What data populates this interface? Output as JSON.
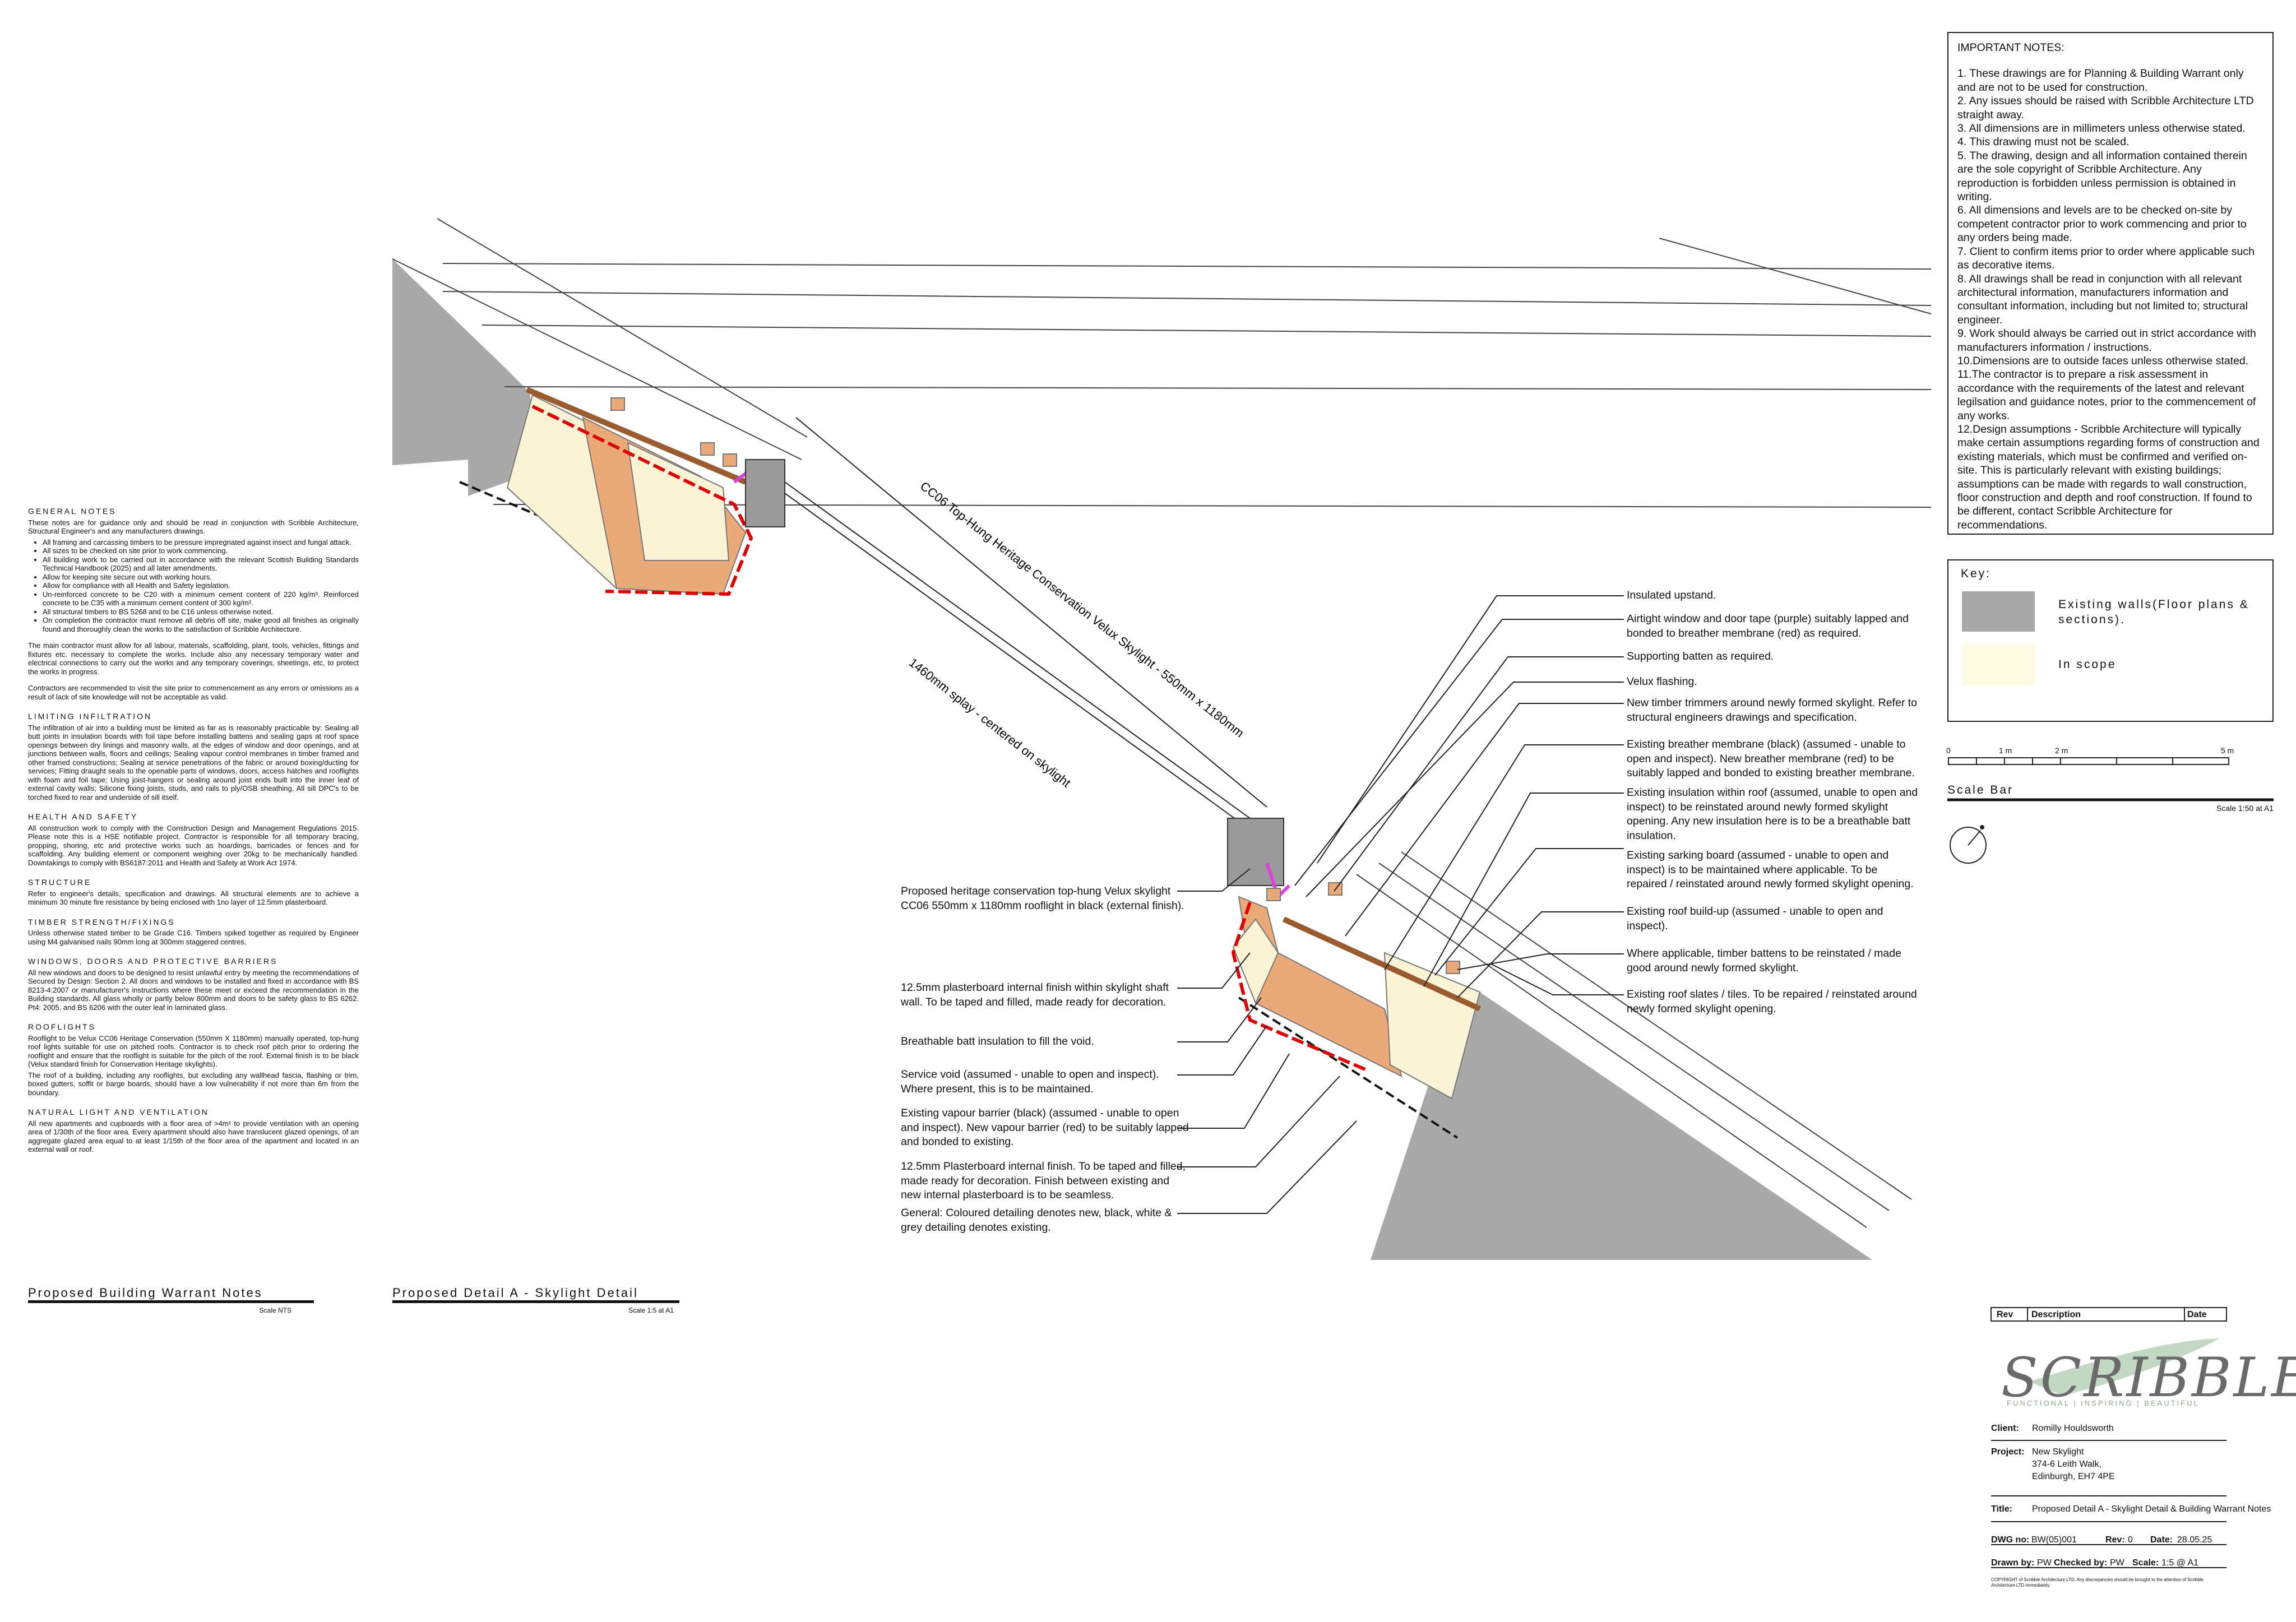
{
  "notes": {
    "heading": "GENERAL NOTES",
    "intro": "These notes are for guidance only and should be read in conjunction with Scribble Architecture, Structural Engineer's and any manufacturers drawings.",
    "bullets": [
      "All framing and carcassing timbers to be pressure impregnated against insect and fungal attack.",
      "All sizes to be checked on site prior to work commencing.",
      "All building work to be carried out in accordance with the relevant Scottish Building Standards Technical Handbook (2025) and all later amendments.",
      "Allow for keeping site secure out with working hours.",
      "Allow for compliance with all Health and Safety legislation.",
      "Un-reinforced concrete to be C20 with a minimum cement content of 220 kg/m³. Reinforced concrete to be C35 with a minimum cement content of 300 kg/m³.",
      "All structural timbers to BS 5268 and to be C16 unless otherwise noted.",
      "On completion the contractor must remove all debris off site, make good all finishes as originally found and thoroughly clean the works to the satisfaction of Scribble Architecture."
    ],
    "contractor_p1": "The main contractor must allow for all labour, materials, scaffolding, plant, tools, vehicles, fittings and fixtures etc. necessary to complete the works. Include also any necessary temporary water and electrical connections to carry out the works and any temporary coverings, sheetings, etc, to protect the works in progress.",
    "contractor_p2": "Contractors are recommended to visit the site prior to commencement as any errors or omissions as a result of lack of site knowledge will not be acceptable as valid.",
    "infiltration_heading": "LIMITING INFILTRATION",
    "infiltration_text": "The infiltration of air into a building must be limited as far as is reasonably practicable by: Sealing all butt joints in insulation boards with foil tape before installing battens and sealing gaps at roof space openings between dry linings and masonry walls, at the edges of window and door openings, and at junctions between walls, floors and ceilings; Sealing vapour control membranes in timber framed and other framed constructions; Sealing at service penetrations of the fabric or around boxing/ducting for services; Fitting draught seals to the openable parts of windows, doors, access hatches and rooflights with foam and foil tape; Using joist-hangers or sealing around joist ends built into the inner leaf of external cavity walls; Silicone fixing joists, studs, and rails to ply/OSB sheathing. All sill DPC's to be torched fixed to rear and underside of sill itself.",
    "health_heading": "HEALTH AND SAFETY",
    "health_text": "All construction work to comply with the Construction Design and Management Regulations 2015. Please note this is a HSE notifiable project. Contractor is responsible for all temporary bracing, propping, shoring, etc and protective works such as hoardings, barricades or fences and for scaffolding. Any building element or component weighing over 20kg to be mechanically handled. Downtakings to comply with BS6187:2011 and Health and Safety at Work Act 1974.",
    "structure_heading": "STRUCTURE",
    "structure_text": "Refer to engineer's details, specification and drawings. All structural elements are to achieve a minimum 30 minute fire resistance by being enclosed with 1no layer of 12.5mm plasterboard.",
    "timber_heading": "TIMBER STRENGTH/FIXINGS",
    "timber_text": "Unless otherwise stated timber to be Grade C16. Timbers spiked together as required by Engineer using M4 galvanised nails 90mm long at 300mm staggered centres.",
    "windows_heading": "WINDOWS, DOORS AND PROTECTIVE BARRIERS",
    "windows_text": "All new windows and doors to be designed to resist unlawful entry by meeting the recommendations of Secured by Design: Section 2. All doors and windows to be installed and fixed in accordance with BS 8213-4:2007 or manufacturer's instructions where these meet or exceed the recommendation in the Building standards. All glass wholly or partly below 800mm and doors to be safety glass to BS 6262. Pt4: 2005. and BS 6206 with the outer leaf in laminated glass.",
    "rooflights_heading": "ROOFLIGHTS",
    "rooflights_text1": "Rooflight to be Velux CC06 Heritage Conservation (550mm X 1180mm) manually operated, top-hung roof lights suitable for use on pitched roofs. Contractor is to check roof pitch prior to ordering the rooflight and ensure that the rooflight is suitable for the pitch of the roof. External finish is to be black (Velux standard finish for Conservation Heritage skylights).",
    "rooflights_text2": "The roof of a building, including any rooflights, but excluding any wallhead fascia, flashing or trim, boxed gutters, soffit or barge boards, should have a low vulnerability if not more than 6m from the boundary.",
    "natural_heading": "NATURAL LIGHT AND VENTILATION",
    "natural_text": "All new apartments and cupboards with a floor area of >4m² to provide ventilation with an opening area of 1/30th of the floor area. Every apartment should also have translucent glazed openings, of an aggregate glazed area equal to at least 1/15th of the floor area of the apartment and located in an external wall or roof."
  },
  "titles": {
    "notes_title": "Proposed Building Warrant Notes",
    "notes_scale": "Scale NTS",
    "detail_title": "Proposed Detail A - Skylight Detail",
    "detail_scale": "Scale 1:5 at A1"
  },
  "important": {
    "heading": "IMPORTANT NOTES:",
    "items": [
      "1.  These drawings are for Planning & Building Warrant only and are not to be used for construction.",
      "2.  Any issues should be raised with Scribble Architecture LTD straight away.",
      "3.  All dimensions are in millimeters unless otherwise stated.",
      "4.  This drawing must not be scaled.",
      "5.  The drawing, design and all information contained therein are the sole copyright of Scribble Architecture. Any reproduction is forbidden unless permission is obtained in writing.",
      "6.  All dimensions and levels are to be checked on-site by competent contractor prior to work commencing and prior to any orders being made.",
      "7.  Client to confirm items prior to order where applicable such as decorative items.",
      "8.  All drawings shall be read in conjunction with all relevant architectural information, manufacturers information and consultant information, including but not limited to; structural engineer.",
      "9.  Work should always be carried out in strict accordance with manufacturers information / instructions.",
      "10.Dimensions are to outside faces unless otherwise stated.",
      "11.The contractor is to prepare a risk assessment in accordance with the requirements of the latest and relevant legilsation and guidance notes, prior to the commencement of any works.",
      "12.Design assumptions - Scribble Architecture will typically make certain assumptions regarding forms of construction and existing materials, which must be confirmed and verified on-site. This is particularly relevant with existing buildings; assumptions can be made with regards to wall construction, floor construction and depth and roof construction. If found to be different, contact Scribble Architecture for recommendations."
    ]
  },
  "key": {
    "heading": "Key:",
    "existing": "Existing walls(Floor plans & sections).",
    "scope": "In scope",
    "existing_color": "#a9a9a9",
    "scope_color": "#fefbe0"
  },
  "scalebar": {
    "labels": [
      "0",
      "1 m",
      "2 m",
      "5 m"
    ],
    "title": "Scale Bar",
    "subtitle": "Scale 1:50 at A1"
  },
  "drawing": {
    "skylight_label": "CC06 Top-Hung Heritage Conservation Velux Skylight - 550mm x 1180mm",
    "splay_label": "1460mm splay - centered on skylight",
    "colors": {
      "wall": "#a9a9a9",
      "insulation": "#fbf3d5",
      "timber": "#e9a978",
      "brown": "#9a5b2e",
      "red": "#e00000",
      "purple": "#e040e0"
    }
  },
  "annotations_right": [
    "Insulated upstand.",
    "Airtight window and door tape (purple) suitably lapped and bonded to breather membrane (red) as required.",
    "Supporting batten as required.",
    "Velux flashing.",
    "New timber trimmers around newly formed skylight. Refer to structural engineers drawings and specification.",
    "Existing breather membrane (black) (assumed - unable to open and inspect). New breather membrane (red) to be suitably lapped and bonded to existing breather membrane.",
    "Existing insulation within roof (assumed, unable to open and inspect) to be reinstated around newly formed skylight opening. Any new insulation here is to be a breathable batt insulation.",
    "Existing sarking board (assumed - unable to open and inspect) is to be maintained where applicable. To be repaired / reinstated around newly formed skylight opening.",
    "Existing roof build-up (assumed - unable to open and inspect).",
    "Where applicable, timber battens to be reinstated / made good around newly formed skylight.",
    "Existing roof slates / tiles. To be repaired / reinstated around newly formed skylight opening."
  ],
  "annotations_left": [
    "Proposed heritage conservation top-hung Velux skylight CC06 550mm x 1180mm rooflight in black (external finish).",
    "12.5mm plasterboard internal finish within skylight shaft wall. To be taped and filled, made ready for decoration.",
    "Breathable batt insulation to fill the void.",
    "Service void (assumed - unable to open and inspect). Where present, this is to be maintained.",
    "Existing vapour barrier (black) (assumed - unable to open and inspect). New vapour barrier (red) to be suitably lapped and bonded to existing.",
    "12.5mm Plasterboard internal finish. To be taped and filled, made ready for decoration. Finish between existing and new internal plasterboard is to be seamless.",
    "General: Coloured detailing denotes new, black, white & grey detailing denotes existing."
  ],
  "titleblock": {
    "rev": "Rev",
    "description": "Description",
    "date": "Date",
    "logo": "SCRIBBLE",
    "tagline": "FUNCTIONAL  |  INSPIRING  |  BEAUTIFUL",
    "client_label": "Client:",
    "client": "Romilly Houldsworth",
    "project_label": "Project:",
    "project_lines": [
      "New Skylight",
      "374-6 Leith Walk,",
      "Edinburgh, EH7 4PE"
    ],
    "title_label": "Title:",
    "title": "Proposed Detail A - Skylight Detail & Building Warrant Notes",
    "dwg_label": "DWG no:",
    "dwg": "BW(05)001",
    "rev_label": "Rev:",
    "rev_value": "0",
    "date_label": "Date:",
    "date_value": "28.05.25",
    "drawn_label": "Drawn by:",
    "drawn": "PW",
    "checked_label": "Checked by:",
    "checked": "PW",
    "scale_label": "Scale:",
    "scale": "1:5 @ A1",
    "copyright": "COPYRIGHT of Scribble Architecture LTD. Any discrepancies should be brought to the attention of Scribble Architecture LTD immediately."
  }
}
